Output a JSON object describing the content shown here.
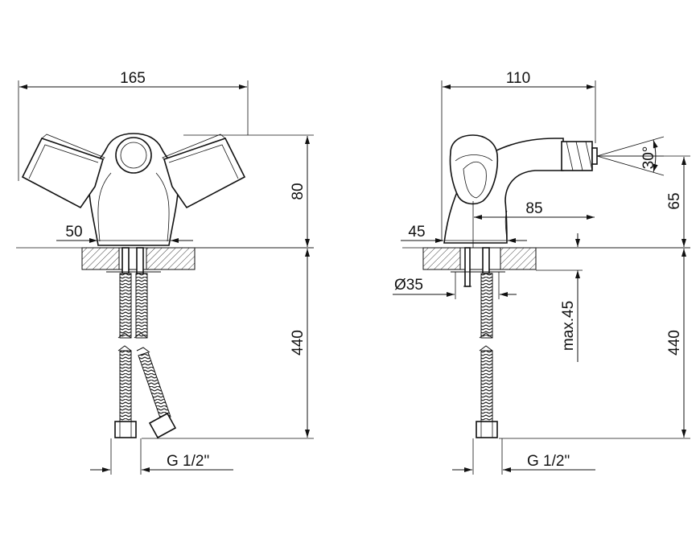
{
  "front_view": {
    "width": "165",
    "height": "80",
    "base_width": "50",
    "hose_length": "440",
    "thread": "G 1/2\""
  },
  "side_view": {
    "depth": "110",
    "spout_reach": "85",
    "height": "65",
    "base_depth": "45",
    "hole_diameter": "Ø35",
    "deck_thickness": "max.45",
    "hose_length": "440",
    "thread": "G 1/2\"",
    "spray_angle": "30°"
  }
}
